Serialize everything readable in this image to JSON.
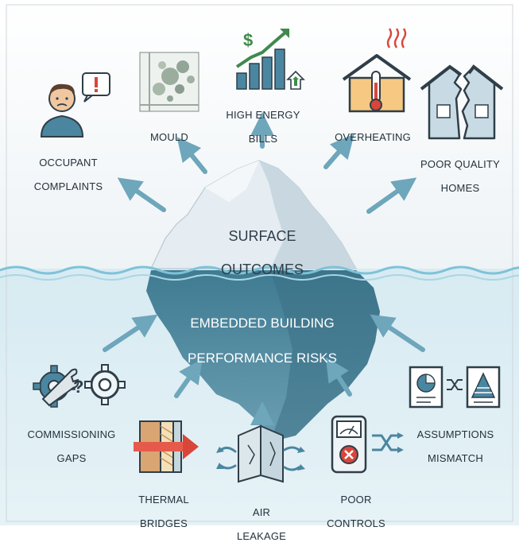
{
  "surface_title": [
    "SURFACE",
    "OUTCOMES"
  ],
  "hidden_title": [
    "EMBEDDED BUILDING",
    "PERFORMANCE RISKS"
  ],
  "surface_items": [
    {
      "label": [
        "OCCUPANT",
        "COMPLAINTS"
      ],
      "icon": "person-complaint-icon"
    },
    {
      "label": [
        "MOULD"
      ],
      "icon": "mould-wall-icon"
    },
    {
      "label": [
        "HIGH ENERGY",
        "BILLS"
      ],
      "icon": "rising-bills-chart-icon"
    },
    {
      "label": [
        "OVERHEATING"
      ],
      "icon": "hot-house-thermometer-icon"
    },
    {
      "label": [
        "POOR QUALITY",
        "HOMES"
      ],
      "icon": "cracked-house-icon"
    }
  ],
  "risk_items": [
    {
      "label": [
        "COMMISSIONING",
        "GAPS"
      ],
      "icon": "gears-wrench-icon"
    },
    {
      "label": [
        "THERMAL",
        "BRIDGES"
      ],
      "icon": "thermal-bridge-wall-icon"
    },
    {
      "label": [
        "AIR",
        "LEAKAGE"
      ],
      "icon": "air-leak-panel-icon"
    },
    {
      "label": [
        "POOR",
        "CONTROLS"
      ],
      "icon": "faulty-control-panel-icon"
    },
    {
      "label": [
        "ASSUMPTIONS",
        "MISMATCH"
      ],
      "icon": "documents-mismatch-icon"
    }
  ],
  "colors": {
    "sky": "#f4f7f9",
    "water": "#d3e8ef",
    "water_line": "#7ec2d8",
    "ice_light": "#e3ecf1",
    "ice_shadow": "#c5d5de",
    "ice_underwater": "#4f8aa0",
    "ice_underwater_dark": "#3c7389",
    "arrow": "#6ea6bb",
    "icon_dark": "#2f3e48",
    "icon_blue": "#4b86a0",
    "alert_red": "#d8463a",
    "heat_orange": "#f1a954",
    "money_green": "#3f8a4c"
  }
}
